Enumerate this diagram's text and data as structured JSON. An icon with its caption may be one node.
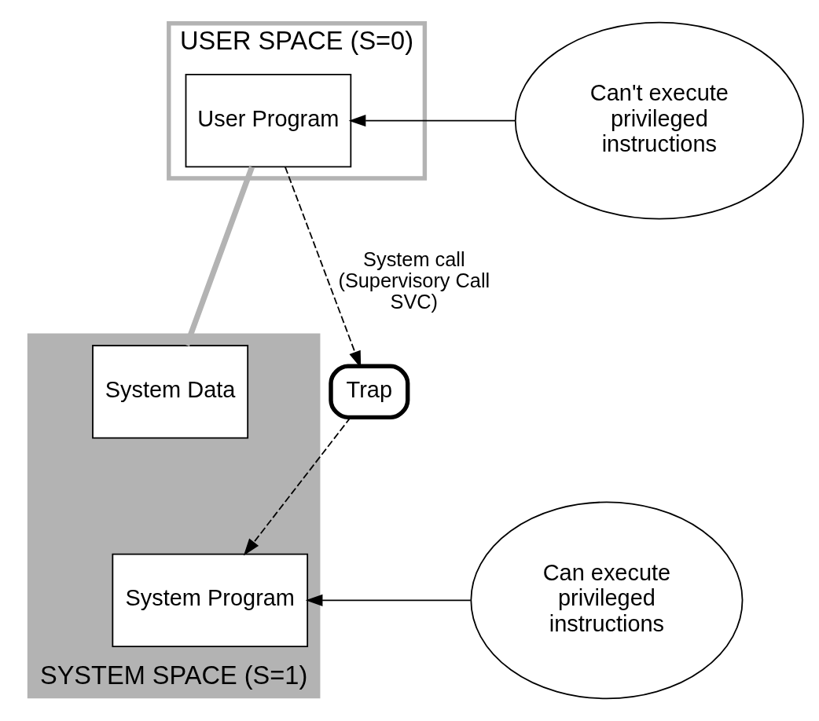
{
  "diagram": {
    "nodes": [
      {
        "text": [
          "USER SPACE (S=0)"
        ]
      },
      {
        "text": [
          "User Program"
        ],
        "in": 0
      },
      {
        "text": [
          "SYSTEM SPACE (S=1)"
        ]
      },
      {
        "text": [
          "Trap"
        ]
      },
      {
        "text": [
          "System Program"
        ],
        "in": 2
      },
      {
        "text": [
          "System Data"
        ],
        "in": 2
      },
      {
        "text": [
          "Can't execute privileged instructions"
        ]
      },
      {
        "text": [
          "Can execute privileged instructions"
        ]
      }
    ],
    "edges": [
      {
        "from": 1,
        "to": 3,
        "arrow": "to",
        "style": "dashed",
        "label": "System call (Supervisory Call SVC)"
      },
      {
        "from": 3,
        "to": 4,
        "arrow": "to",
        "style": "dashed"
      },
      {
        "from": 1,
        "to": 5,
        "arrow": "none",
        "style": "thick",
        "color": "#b3b3b3"
      },
      {
        "from": 6,
        "to": 1,
        "arrow": "to"
      },
      {
        "from": 7,
        "to": 4,
        "arrow": "to"
      }
    ]
  }
}
